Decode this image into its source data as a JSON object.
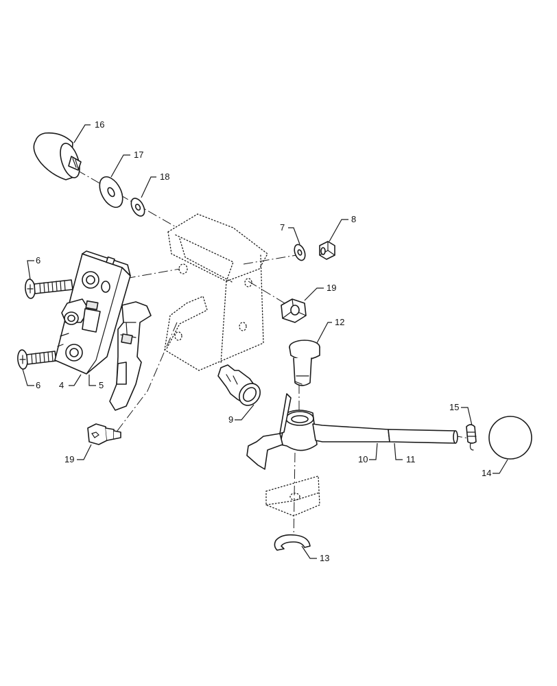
{
  "diagram": {
    "callouts": [
      {
        "id": "c16",
        "text": "16"
      },
      {
        "id": "c17",
        "text": "17"
      },
      {
        "id": "c18",
        "text": "18"
      },
      {
        "id": "c7",
        "text": "7"
      },
      {
        "id": "c8",
        "text": "8"
      },
      {
        "id": "c6a",
        "text": "6"
      },
      {
        "id": "c19a",
        "text": "19"
      },
      {
        "id": "c12",
        "text": "12"
      },
      {
        "id": "c6b",
        "text": "6"
      },
      {
        "id": "c4",
        "text": "4"
      },
      {
        "id": "c5",
        "text": "5"
      },
      {
        "id": "c9",
        "text": "9"
      },
      {
        "id": "c15",
        "text": "15"
      },
      {
        "id": "c19b",
        "text": "19"
      },
      {
        "id": "c10",
        "text": "10"
      },
      {
        "id": "c11",
        "text": "11"
      },
      {
        "id": "c14",
        "text": "14"
      },
      {
        "id": "c13",
        "text": "13"
      }
    ]
  }
}
